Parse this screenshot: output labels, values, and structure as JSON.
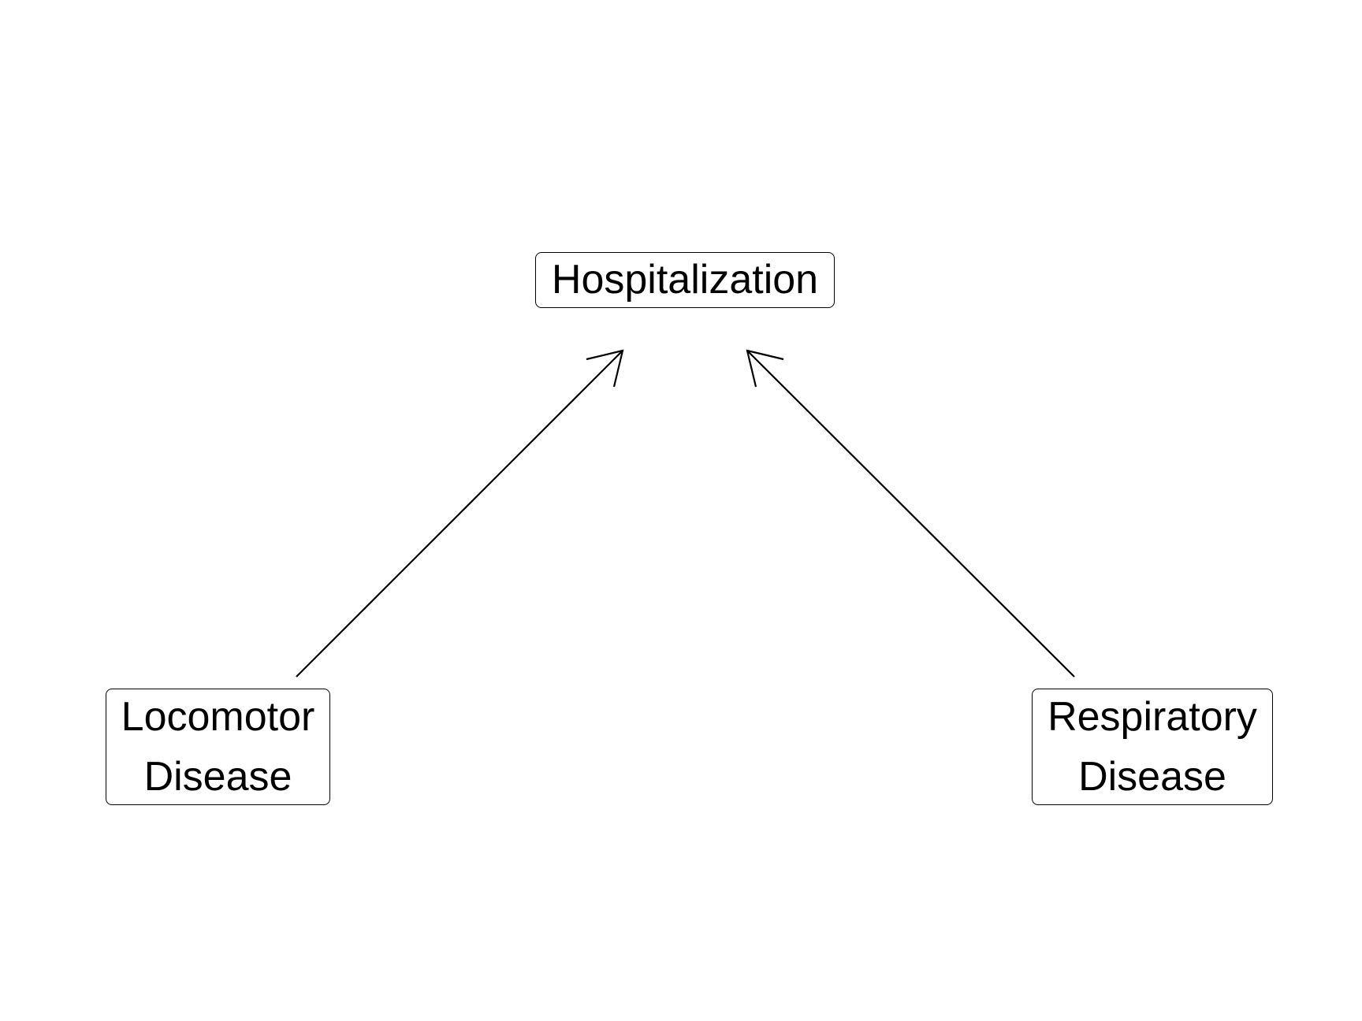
{
  "diagram": {
    "type": "directed-graph",
    "nodes": [
      {
        "id": "hospitalization",
        "lines": [
          "Hospitalization"
        ]
      },
      {
        "id": "locomotor",
        "lines": [
          "Locomotor",
          "Disease"
        ]
      },
      {
        "id": "respiratory",
        "lines": [
          "Respiratory",
          "Disease"
        ]
      }
    ],
    "edges": [
      {
        "from": "locomotor",
        "to": "hospitalization"
      },
      {
        "from": "respiratory",
        "to": "hospitalization"
      }
    ],
    "colors": {
      "stroke": "#000000",
      "background": "#ffffff"
    }
  }
}
